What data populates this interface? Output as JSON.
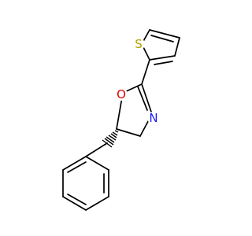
{
  "molecule": {
    "atoms": {
      "sulfur": {
        "symbol": "S",
        "color": "#b5a000"
      },
      "oxygen": {
        "symbol": "O",
        "color": "#e00000"
      },
      "nitrogen": {
        "symbol": "N",
        "color": "#1a1aff"
      }
    }
  }
}
